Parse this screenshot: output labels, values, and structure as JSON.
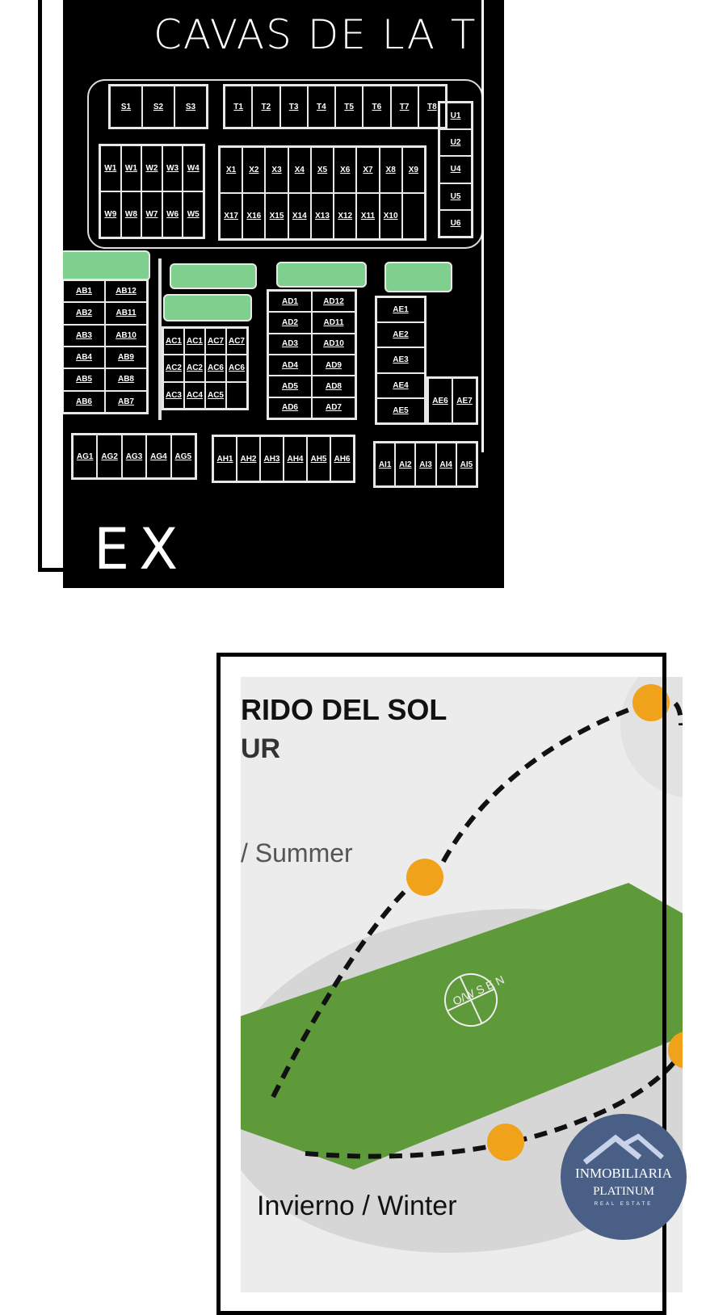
{
  "map": {
    "title": "CAVAS DE LA T",
    "footer_partial": "EX",
    "groups": {
      "S": [
        [
          "S1",
          "S2",
          "S3"
        ]
      ],
      "T": [
        [
          "T1",
          "T2",
          "T3",
          "T4",
          "T5",
          "T6",
          "T7",
          "T8"
        ]
      ],
      "W": [
        [
          "W1",
          "W1",
          "W2",
          "W3",
          "W4"
        ],
        [
          "W9",
          "W8",
          "W7",
          "W6",
          "W5"
        ]
      ],
      "X": [
        [
          "X1",
          "X2",
          "X3",
          "X4",
          "X5",
          "X6",
          "X7",
          "X8",
          "X9"
        ],
        [
          "X17",
          "X16",
          "X15",
          "X14",
          "X13",
          "X12",
          "X11",
          "X10",
          ""
        ]
      ],
      "U": [
        [
          "U1"
        ],
        [
          "U2"
        ],
        [
          "U4"
        ],
        [
          "U5"
        ],
        [
          "U6"
        ]
      ],
      "AB": [
        [
          "AB1",
          "AB12"
        ],
        [
          "AB2",
          "AB11"
        ],
        [
          "AB3",
          "AB10"
        ],
        [
          "AB4",
          "AB9"
        ],
        [
          "AB5",
          "AB8"
        ],
        [
          "AB6",
          "AB7"
        ]
      ],
      "AC": [
        [
          "AC1",
          "AC1",
          "AC7",
          "AC7"
        ],
        [
          "AC2",
          "AC2",
          "AC6",
          "AC6"
        ],
        [
          "AC3",
          "AC4",
          "AC5",
          ""
        ]
      ],
      "AD": [
        [
          "AD1",
          "AD12"
        ],
        [
          "AD2",
          "AD11"
        ],
        [
          "AD3",
          "AD10"
        ],
        [
          "AD4",
          "AD9"
        ],
        [
          "AD5",
          "AD8"
        ],
        [
          "AD6",
          "AD7"
        ]
      ],
      "AE": [
        [
          "AE1"
        ],
        [
          "AE2"
        ],
        [
          "AE3"
        ],
        [
          "AE4"
        ],
        [
          "AE5"
        ]
      ],
      "AE_side": [
        [
          "AE6",
          "AE7"
        ]
      ],
      "AG": [
        [
          "AG1",
          "AG2",
          "AG3",
          "AG4",
          "AG5"
        ]
      ],
      "AH": [
        [
          "AH1",
          "AH2",
          "AH3",
          "AH4",
          "AH5",
          "AH6"
        ]
      ],
      "AI": [
        [
          "AI1",
          "AI2",
          "AI3",
          "AI4",
          "AI5"
        ]
      ]
    }
  },
  "sun_diagram": {
    "title_partial": "RIDO DEL SOL",
    "subtitle_partial": "UR",
    "summer_label": "/ Summer",
    "winter_label": "Invierno / Winter",
    "compass": [
      "O/W",
      "S",
      "E",
      "N"
    ],
    "colors": {
      "sun": "#f0a21a",
      "field": "#5f9a3a",
      "path": "#111111"
    }
  },
  "logo": {
    "line1": "INMOBILIARIA",
    "line2": "PLATINUM",
    "line3": "REAL ESTATE"
  }
}
